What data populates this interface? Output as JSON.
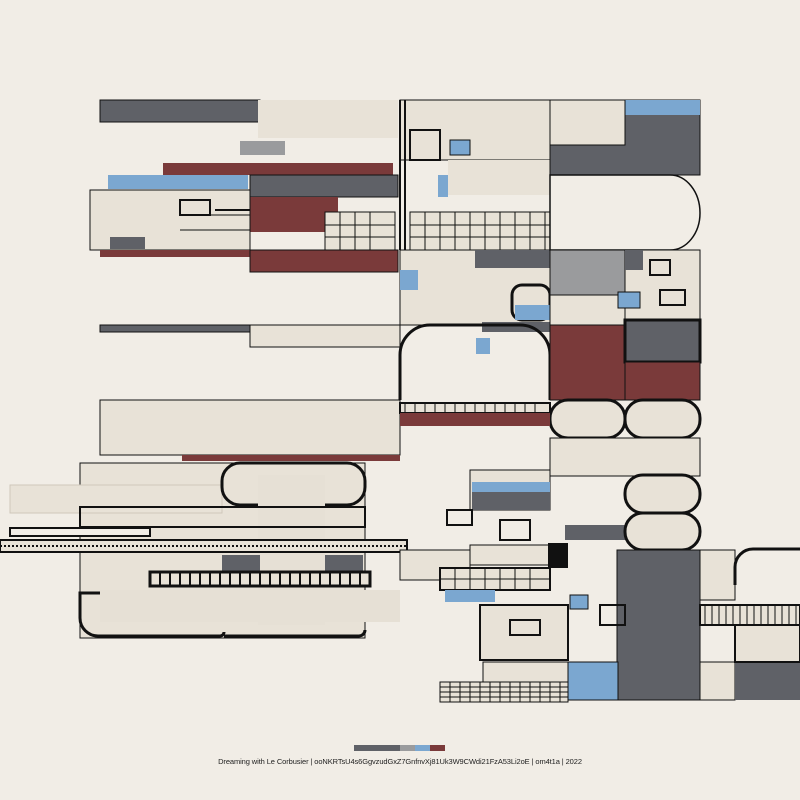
{
  "artwork": {
    "caption": "Dreaming with Le Corbusier | ooNKRTsU4s6GgvzudGxZ7GnfnvXj81Uk3W9CWdi21FzA53Li2oE | om4t1a | 2022",
    "palette": [
      {
        "name": "dark-gray",
        "color": "#5f6167",
        "share": 0.5
      },
      {
        "name": "light-gray",
        "color": "#9a9b9d",
        "share": 0.17
      },
      {
        "name": "blue",
        "color": "#7ba7d0",
        "share": 0.16
      },
      {
        "name": "red",
        "color": "#7a3a3a",
        "share": 0.17
      }
    ],
    "colors": {
      "background": "#f1ede6",
      "cream": "#e8e2d7",
      "line": "#111111"
    }
  }
}
